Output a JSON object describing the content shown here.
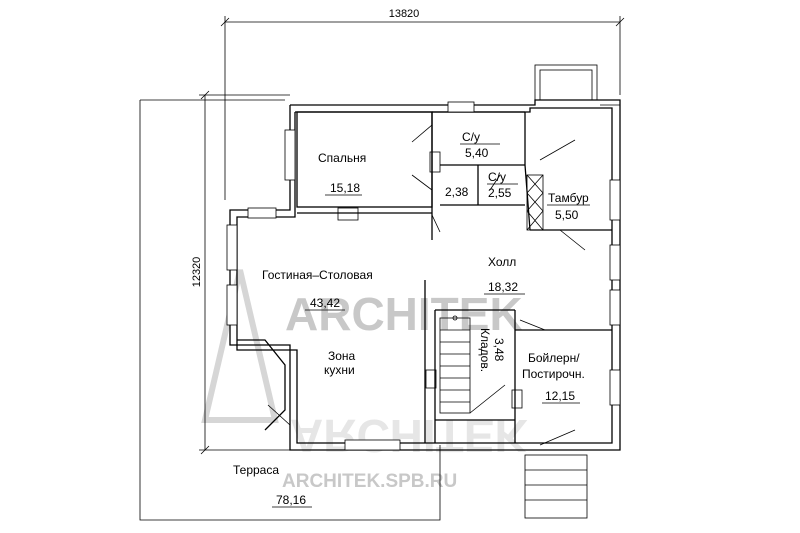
{
  "dimensions": {
    "width_label": "13820",
    "height_label": "12320"
  },
  "rooms": [
    {
      "id": "bedroom",
      "name": "Спальня",
      "area": "15,18"
    },
    {
      "id": "wc1",
      "name": "С/у",
      "area": "5,40"
    },
    {
      "id": "wc2",
      "name": "С/у",
      "area": "2,55"
    },
    {
      "id": "closet",
      "name": "",
      "area": "2,38"
    },
    {
      "id": "vestibule",
      "name": "Тамбур",
      "area": "5,50"
    },
    {
      "id": "living",
      "name": "Гостиная–Столовая",
      "area": "43,42"
    },
    {
      "id": "kitchen",
      "name_line1": "Зона",
      "name_line2": "кухни"
    },
    {
      "id": "hall",
      "name": "Холл",
      "area": "18,32"
    },
    {
      "id": "storage",
      "name": "Кладов.",
      "area": "3,48"
    },
    {
      "id": "boiler",
      "name_line1": "Бойлерн/",
      "name_line2": "Постирочн.",
      "area": "12,15"
    },
    {
      "id": "terrace",
      "name": "Терраса",
      "area": "78,16"
    }
  ],
  "watermark": {
    "brand": "ARCHITEK",
    "url": "ARCHITEK.SPB.RU"
  }
}
